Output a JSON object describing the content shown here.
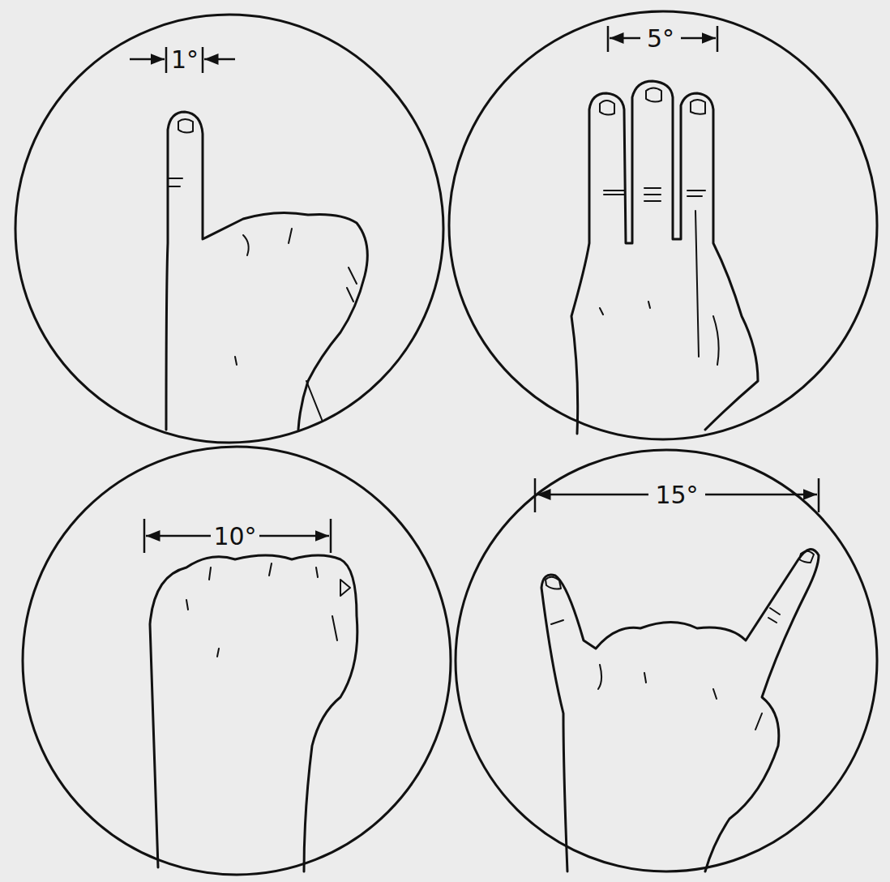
{
  "diagram": {
    "nodes": [
      {
        "text": [
          "1°"
        ]
      },
      {
        "text": [
          "5°"
        ]
      },
      {
        "text": [
          "10°"
        ]
      },
      {
        "text": [
          "15°"
        ]
      }
    ]
  }
}
